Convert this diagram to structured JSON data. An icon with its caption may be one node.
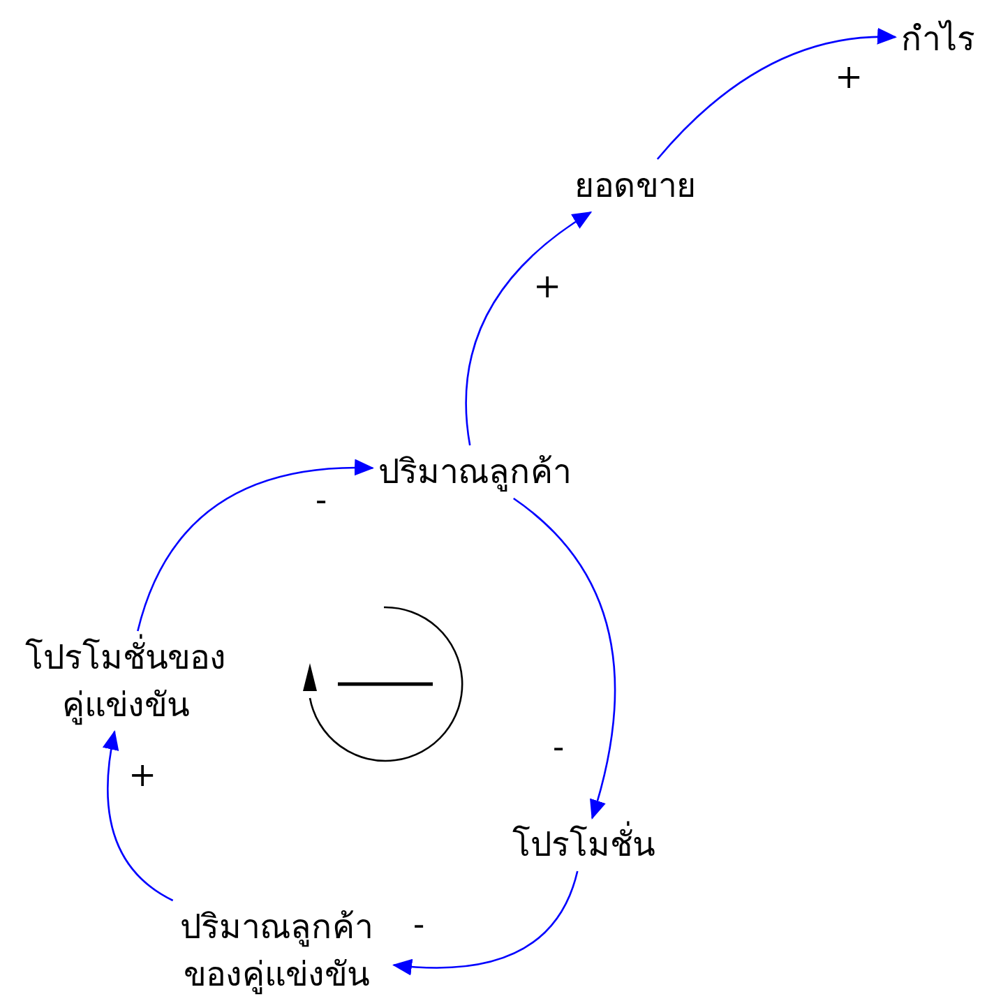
{
  "diagram": {
    "nodes": [
      {
        "text": [
          "กำไร"
        ]
      },
      {
        "text": [
          "ยอดขาย"
        ]
      },
      {
        "text": [
          "ปริมาณลูกค้า"
        ]
      },
      {
        "text": [
          "โปรโมชั่นของคู่แข่งขัน"
        ]
      },
      {
        "text": [
          "โปรโมชั่น"
        ]
      },
      {
        "text": [
          "ปริมาณลูกค้าของคู่แข่งขัน"
        ]
      }
    ],
    "edges": [
      {
        "from": 2,
        "to": 1,
        "arrow": "to",
        "label": "+"
      },
      {
        "from": 1,
        "to": 0,
        "arrow": "to",
        "label": "+"
      },
      {
        "from": 2,
        "to": 4,
        "arrow": "to",
        "label": "-"
      },
      {
        "from": 4,
        "to": 5,
        "arrow": "to",
        "label": "-"
      },
      {
        "from": 5,
        "to": 3,
        "arrow": "to",
        "label": "+"
      },
      {
        "from": 3,
        "to": 2,
        "arrow": "to",
        "label": "-"
      }
    ]
  }
}
